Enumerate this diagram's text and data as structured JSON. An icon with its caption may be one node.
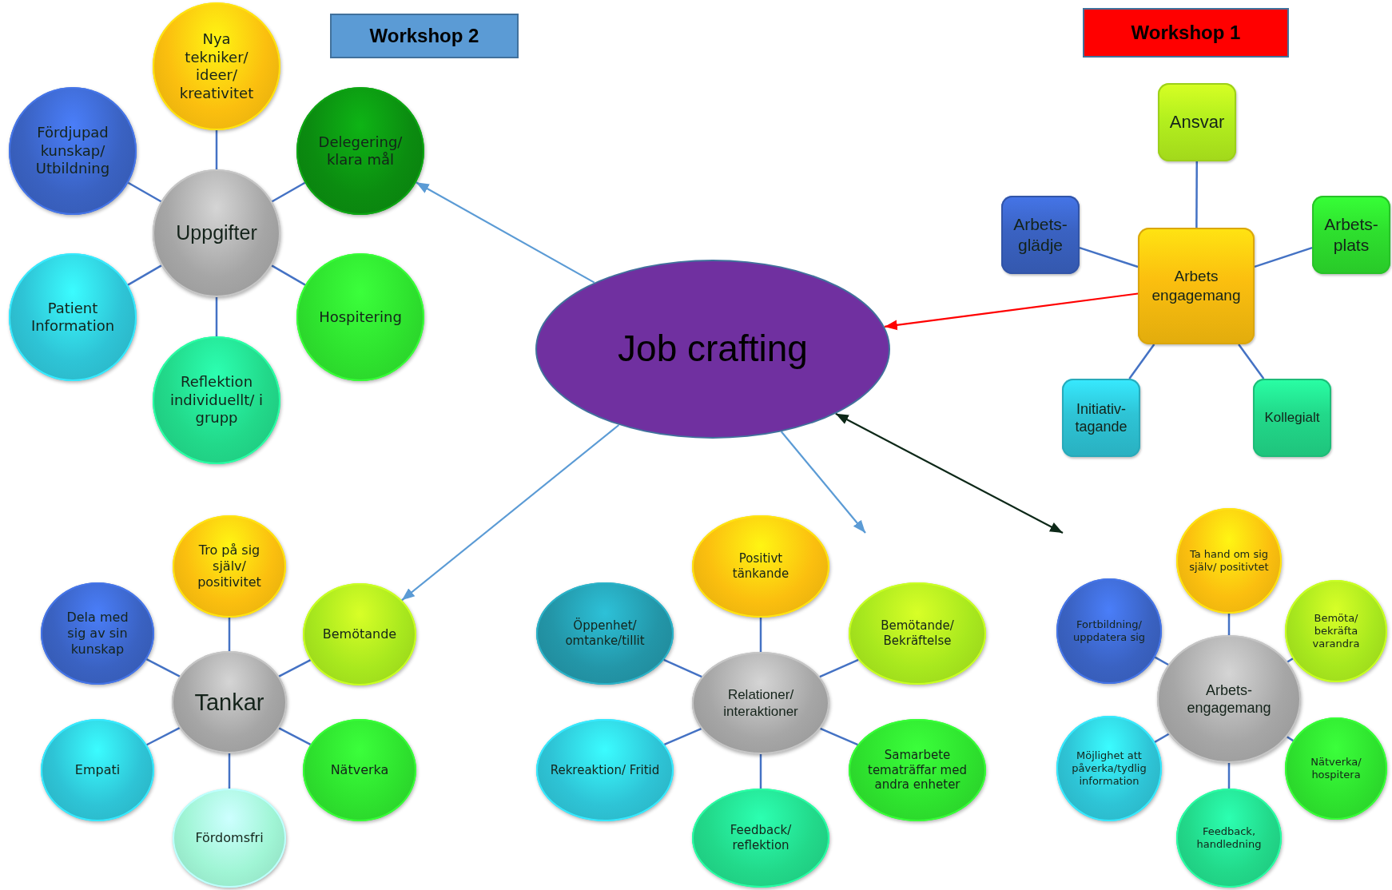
{
  "diagram": {
    "nodes": [
      {
        "text": [
          "Workshop 2"
        ]
      },
      {
        "text": [
          "Workshop 1"
        ]
      },
      {
        "text": [
          "Nya tekniker/ ideer/ kreativitet"
        ]
      },
      {
        "text": [
          "Fördjupad kunskap/ Utbildning"
        ]
      },
      {
        "text": [
          "Delegering/ klara mål"
        ]
      },
      {
        "text": [
          "Uppgifter"
        ]
      },
      {
        "text": [
          "Patient Information"
        ]
      },
      {
        "text": [
          "Hospitering"
        ]
      },
      {
        "text": [
          "Reflektion individuellt/ i grupp"
        ]
      },
      {
        "text": [
          "Ansvar"
        ]
      },
      {
        "text": [
          "Arbets- glädje"
        ]
      },
      {
        "text": [
          "Arbets engagemang"
        ]
      },
      {
        "text": [
          "Arbets- plats"
        ]
      },
      {
        "text": [
          "Job crafting"
        ]
      },
      {
        "text": [
          "Initiativ- tagande"
        ]
      },
      {
        "text": [
          "Kollegialt"
        ]
      },
      {
        "text": [
          "Tro på sig själv/ positivitet"
        ]
      },
      {
        "text": [
          "Dela med sig av sin kunskap"
        ]
      },
      {
        "text": [
          "Bemötande"
        ]
      },
      {
        "text": [
          "Tankar"
        ]
      },
      {
        "text": [
          "Empati"
        ]
      },
      {
        "text": [
          "Nätverka"
        ]
      },
      {
        "text": [
          "Fördomsfri"
        ]
      },
      {
        "text": [
          "Positivt tänkande"
        ]
      },
      {
        "text": [
          "Öppenhet/ omtanke/tillit"
        ]
      },
      {
        "text": [
          "Bemötande/ Bekräftelse"
        ]
      },
      {
        "text": [
          "Relationer/ interaktioner"
        ]
      },
      {
        "text": [
          "Rekreaktion/ Fritid"
        ]
      },
      {
        "text": [
          "Samarbete tematräffar med andra enheter"
        ]
      },
      {
        "text": [
          "Feedback/ reflektion"
        ]
      },
      {
        "text": [
          "Ta hand om sig själv/ positivtet"
        ]
      },
      {
        "text": [
          "Fortbildning/ uppdatera sig"
        ]
      },
      {
        "text": [
          "Bemöta/ bekräfta varandra"
        ]
      },
      {
        "text": [
          "Arbets- engagemang"
        ]
      },
      {
        "text": [
          "Möjlighet att påverka/tydlig information"
        ]
      },
      {
        "text": [
          "Nätverka/ hospitera"
        ]
      },
      {
        "text": [
          "Feedback, handledning"
        ]
      }
    ],
    "edges": [
      {
        "from": 5,
        "to": 2,
        "arrow": "none"
      },
      {
        "from": 5,
        "to": 3,
        "arrow": "none"
      },
      {
        "from": 5,
        "to": 4,
        "arrow": "none"
      },
      {
        "from": 5,
        "to": 6,
        "arrow": "none"
      },
      {
        "from": 5,
        "to": 7,
        "arrow": "none"
      },
      {
        "from": 5,
        "to": 8,
        "arrow": "none"
      },
      {
        "from": 11,
        "to": 9,
        "arrow": "none"
      },
      {
        "from": 11,
        "to": 10,
        "arrow": "none"
      },
      {
        "from": 11,
        "to": 12,
        "arrow": "none"
      },
      {
        "from": 11,
        "to": 14,
        "arrow": "none"
      },
      {
        "from": 11,
        "to": 15,
        "arrow": "none"
      },
      {
        "from": 19,
        "to": 16,
        "arrow": "none"
      },
      {
        "from": 19,
        "to": 17,
        "arrow": "none"
      },
      {
        "from": 19,
        "to": 18,
        "arrow": "none"
      },
      {
        "from": 19,
        "to": 20,
        "arrow": "none"
      },
      {
        "from": 19,
        "to": 21,
        "arrow": "none"
      },
      {
        "from": 19,
        "to": 22,
        "arrow": "none"
      },
      {
        "from": 26,
        "to": 23,
        "arrow": "none"
      },
      {
        "from": 26,
        "to": 24,
        "arrow": "none"
      },
      {
        "from": 26,
        "to": 25,
        "arrow": "none"
      },
      {
        "from": 26,
        "to": 27,
        "arrow": "none"
      },
      {
        "from": 26,
        "to": 28,
        "arrow": "none"
      },
      {
        "from": 26,
        "to": 29,
        "arrow": "none"
      },
      {
        "from": 33,
        "to": 30,
        "arrow": "none"
      },
      {
        "from": 33,
        "to": 31,
        "arrow": "none"
      },
      {
        "from": 33,
        "to": 32,
        "arrow": "none"
      },
      {
        "from": 33,
        "to": 34,
        "arrow": "none"
      },
      {
        "from": 33,
        "to": 35,
        "arrow": "none"
      },
      {
        "from": 33,
        "to": 36,
        "arrow": "none"
      },
      {
        "from": 13,
        "to": 4,
        "arrow": "to",
        "color": "#5b9bd5"
      },
      {
        "from": 13,
        "to": 18,
        "arrow": "to",
        "color": "#5b9bd5"
      },
      {
        "from": 13,
        "to": null,
        "arrow": "to",
        "color": "#5b9bd5"
      },
      {
        "from": 13,
        "to": null,
        "arrow": "both",
        "color": "#0d2818"
      },
      {
        "from": 11,
        "to": 13,
        "arrow": "to",
        "color": "#ff0000"
      }
    ]
  }
}
